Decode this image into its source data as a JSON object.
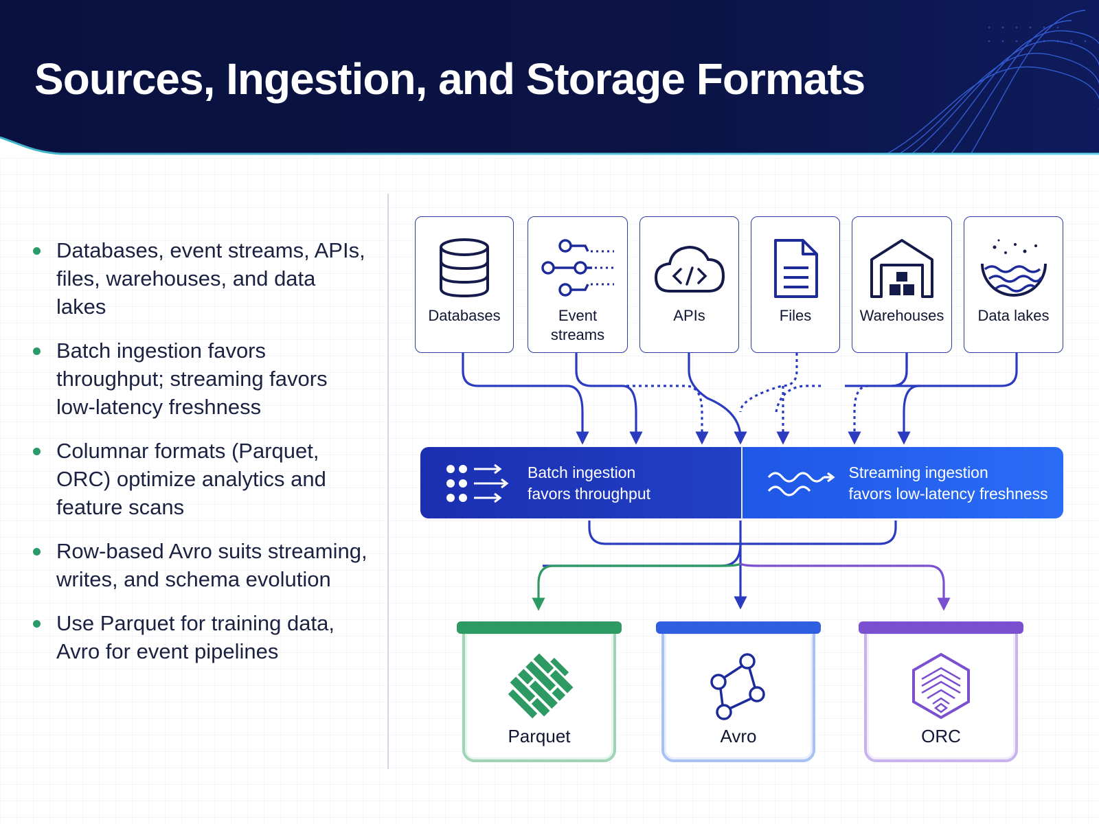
{
  "header": {
    "title": "Sources, Ingestion, and Storage Formats"
  },
  "bullets": [
    "Databases, event streams, APIs, files, warehouses, and data lakes",
    "Batch ingestion favors throughput; streaming favors low-latency freshness",
    "Columnar formats (Parquet, ORC) optimize analytics and feature scans",
    "Row-based Avro suits streaming, writes, and schema evolution",
    "Use Parquet for training data, Avro for event pipelines"
  ],
  "sources": [
    {
      "label": "Databases",
      "icon": "database-icon"
    },
    {
      "label": "Event streams",
      "icon": "event-streams-icon"
    },
    {
      "label": "APIs",
      "icon": "api-cloud-icon"
    },
    {
      "label": "Files",
      "icon": "file-icon"
    },
    {
      "label": "Warehouses",
      "icon": "warehouse-icon"
    },
    {
      "label": "Data lakes",
      "icon": "data-lake-icon"
    }
  ],
  "ingestion": {
    "batch": {
      "line1": "Batch ingestion",
      "line2": "favors throughput",
      "icon": "batch-icon"
    },
    "streaming": {
      "line1": "Streaming ingestion",
      "line2": "favors low-latency freshness",
      "icon": "wave-icon"
    }
  },
  "formats": [
    {
      "label": "Parquet",
      "icon": "parquet-icon",
      "color": "#2e9a63"
    },
    {
      "label": "Avro",
      "icon": "avro-icon",
      "color": "#2f5fe0"
    },
    {
      "label": "ORC",
      "icon": "orc-icon",
      "color": "#7a4fd0"
    }
  ],
  "colors": {
    "header_bg": "#0a1140",
    "accent_blue": "#2c3aa8",
    "bullet_dot": "#2b9a6a"
  }
}
